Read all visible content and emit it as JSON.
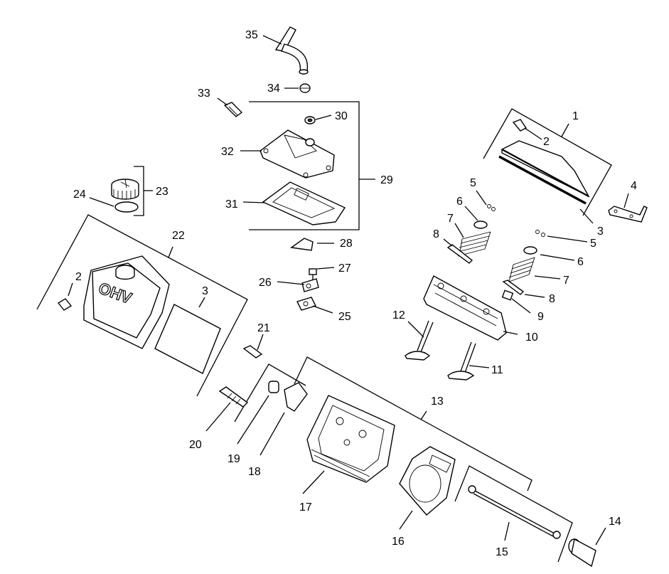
{
  "diagram": {
    "stamp_text": "OHV",
    "callouts": [
      "1",
      "2",
      "3",
      "4",
      "5",
      "6",
      "7",
      "8",
      "9",
      "10",
      "11",
      "12",
      "13",
      "14",
      "15",
      "16",
      "17",
      "18",
      "19",
      "20",
      "21",
      "22",
      "23",
      "24",
      "25",
      "26",
      "27",
      "28",
      "29",
      "30",
      "31",
      "32",
      "33",
      "34",
      "35"
    ],
    "callouts_secondary": [
      "2",
      "3",
      "5",
      "6",
      "7",
      "8"
    ]
  }
}
